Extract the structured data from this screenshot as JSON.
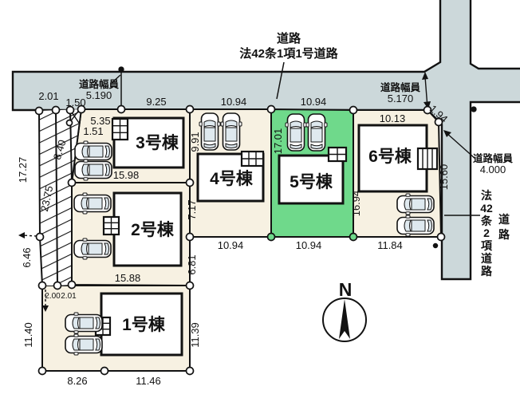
{
  "colors": {
    "road": "#ccd8da",
    "lot": "#f7f1e2",
    "selected_lot": "#6fd98b",
    "outline": "#121212"
  },
  "road_top_label": {
    "line1": "道路",
    "line2": "法42条1項1号道路"
  },
  "road_right_label": {
    "col_road": [
      "道",
      "路"
    ],
    "col_law": [
      "法",
      "42",
      "条",
      "2",
      "項",
      "道",
      "路"
    ]
  },
  "road_width": {
    "title": "道路幅員",
    "north_value": "5.190",
    "east_value": "5.170",
    "south_value": "4.000"
  },
  "lots": {
    "l1": {
      "name": "1号棟"
    },
    "l2": {
      "name": "2号棟"
    },
    "l3": {
      "name": "3号棟"
    },
    "l4": {
      "name": "4号棟"
    },
    "l5": {
      "name": "5号棟"
    },
    "l6": {
      "name": "6号棟"
    }
  },
  "dims": {
    "top_seg_a": "2.01",
    "top_seg_b": "1.50",
    "top_seg_c": "5.35",
    "top_seg_d": "1.51",
    "lot3_front": "9.25",
    "lot4_front": "10.94",
    "lot5_front": "10.94",
    "lot6_front": "10.13",
    "corner_cut": "1.94",
    "lot4_side": "9.91",
    "lot5_side": "17.01",
    "lot6_side_w": "16.94",
    "lot6_side_e": "15.60",
    "west_edge_n": "17.27",
    "west_edge_s": "6.46",
    "hatch_length": "23.75",
    "hatch_upper": "8.40",
    "lot3_back": "15.98",
    "lot2_back": "15.88",
    "boundary_upper": "7.17",
    "boundary_lower": "6.81",
    "lot4_back": "10.94",
    "lot5_back": "10.94",
    "lot6_back": "11.84",
    "strip_a": "2.00",
    "strip_b": "2.01",
    "lot1_w": "11.40",
    "lot1_e": "11.39",
    "lot1_s1": "8.26",
    "lot1_s2": "11.46"
  },
  "compass": {
    "north": "N"
  }
}
